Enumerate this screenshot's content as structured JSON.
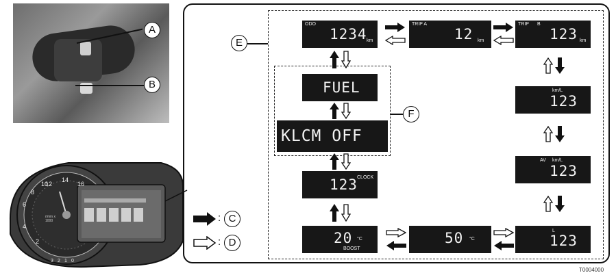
{
  "callouts": {
    "a": "A",
    "b": "B",
    "c": "C",
    "d": "D",
    "e": "E",
    "f": "F"
  },
  "legend": {
    "c_sep": ":",
    "d_sep": ":"
  },
  "screens": {
    "odo": {
      "label": "ODO",
      "value": "1234",
      "unit": "km"
    },
    "trip_a": {
      "label": "TRIP A",
      "value": "12",
      "unit": "km"
    },
    "trip_b": {
      "label": "TRIP",
      "label2": "B",
      "value": "123",
      "unit": "km"
    },
    "fuel": {
      "value": "FUEL"
    },
    "klcm": {
      "value": "KLCM OFF"
    },
    "clock": {
      "value": "123",
      "label": "CLOCK"
    },
    "boost": {
      "value": "20",
      "unit": "°C",
      "label": "BOOST"
    },
    "temp": {
      "value": "50",
      "unit": "°C"
    },
    "range": {
      "label": "L",
      "value": "123"
    },
    "avg": {
      "label": "AV",
      "unit": "km/L",
      "value": "123"
    },
    "econ": {
      "unit": "km/L",
      "value": "123"
    }
  },
  "cluster": {
    "ticks": [
      "2",
      "4",
      "6",
      "8",
      "10",
      "12",
      "14",
      "16"
    ],
    "inner": [
      "3",
      "2",
      "1",
      "0"
    ],
    "units_label": "r/min x 1000"
  },
  "figure_code": "T0004000",
  "colors": {
    "lcd": "#171717",
    "frame": "#111111"
  }
}
